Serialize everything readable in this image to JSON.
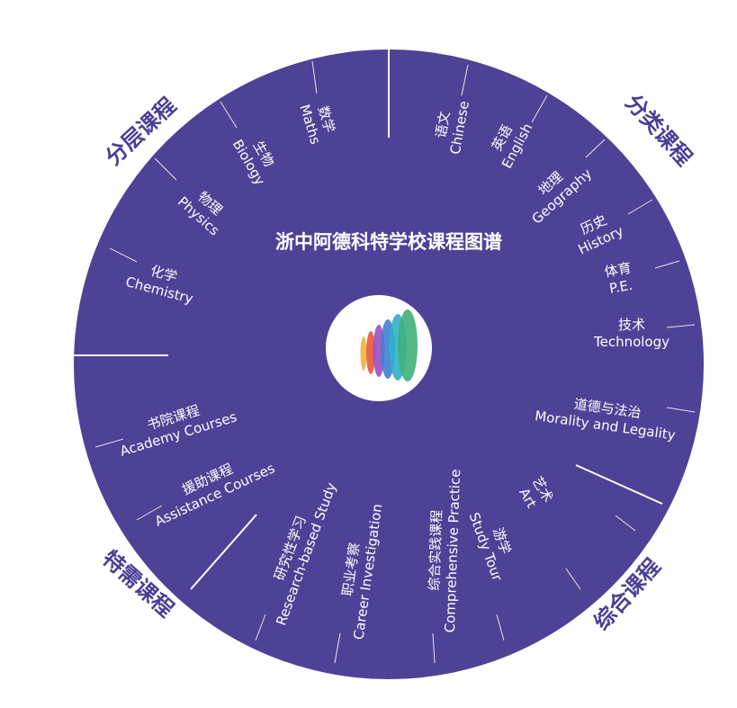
{
  "title": "浙中阿德科特学校课程图谱",
  "groups": {
    "tiered": "分层课程",
    "categorized": "分类课程",
    "comprehensive": "综合课程",
    "special": "特需课程"
  },
  "subjects": {
    "maths": {
      "zh": "数学",
      "en": "Maths"
    },
    "biology": {
      "zh": "生物",
      "en": "Biology"
    },
    "physics": {
      "zh": "物理",
      "en": "Physics"
    },
    "chemistry": {
      "zh": "化学",
      "en": "Chemistry"
    },
    "chinese": {
      "zh": "语文",
      "en": "Chinese"
    },
    "english": {
      "zh": "英语",
      "en": "English"
    },
    "geography": {
      "zh": "地理",
      "en": "Geography"
    },
    "history": {
      "zh": "历史",
      "en": "History"
    },
    "pe": {
      "zh": "体育",
      "en": "P.E."
    },
    "technology": {
      "zh": "技术",
      "en": "Technology"
    },
    "morality": {
      "zh": "道德与法治",
      "en": "Morality and Legality"
    },
    "art": {
      "zh": "艺术",
      "en": "Art"
    },
    "studytour": {
      "zh": "游学",
      "en": "Study Tour"
    },
    "practice": {
      "zh": "综合实践课程",
      "en": "Comprehensive Practice"
    },
    "career": {
      "zh": "职业考察",
      "en": "Career Investigation"
    },
    "research": {
      "zh": "研究性学习",
      "en": "Research-based Study"
    },
    "assistance": {
      "zh": "援助课程",
      "en": "Assistance Courses"
    },
    "academy": {
      "zh": "书院课程",
      "en": "Academy Courses"
    }
  },
  "colors": {
    "wheel": "#4e4296",
    "group_text": "#4a3f96",
    "logo_petals": [
      "#f0b43c",
      "#e8553a",
      "#9a4fc0",
      "#3f7fd0",
      "#2fb0c8",
      "#3fb07a"
    ]
  }
}
